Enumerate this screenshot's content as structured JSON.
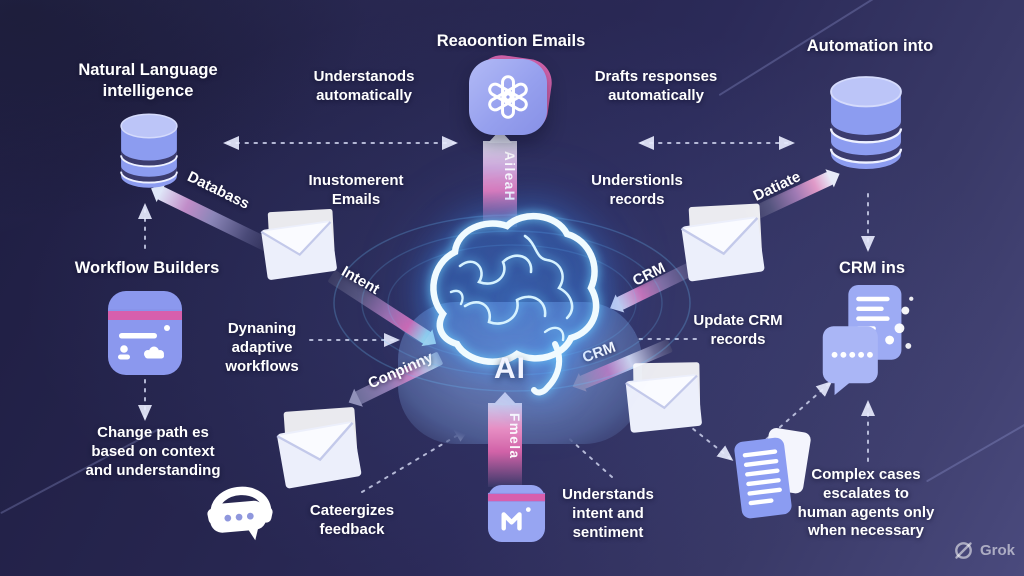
{
  "watermark": {
    "brand": "Grok"
  },
  "center": {
    "ai_label": "AI",
    "ribbon_up_text": "AileaH",
    "ribbon_down_text": "Fmela"
  },
  "nodes": {
    "natural_language": "Natural Language\nintelligence",
    "reaction_emails": "Reaoontion Emails",
    "automation_into": "Automation into",
    "workflow_builders": "Workflow Builders",
    "crm_ins": "CRM ins"
  },
  "captions": {
    "understands_automatically": "Understanods\nautomatically",
    "drafts_responses": "Drafts responses\nautomatically",
    "inustomerent_emails": "Inustomerent\nEmails",
    "understionls_records": "Understionls\nrecords",
    "dynaning_workflows": "Dynaning\nadaptive\nworkflows",
    "update_crm_records": "Update CRM\nrecords",
    "change_path": "Change path es\nbased on context\nand understanding",
    "cateergizes_feedback": "Cateergizes\nfeedback",
    "understands_intent": "Understands\nintent and\nsentiment",
    "complex_cases": "Complex cases\nescalates to\nhuman agents only\nwhen necessary"
  },
  "ribbon_labels": {
    "databass": "Databass",
    "intent": "Intent",
    "conpinny": "Conpinny",
    "crm_upper": "CRM",
    "crm_lower": "CRM",
    "datiate": "Datiate"
  },
  "colors": {
    "background_top": "#1e1d41",
    "background_bottom": "#4a4a7d",
    "periwinkle": "#8c9cf0",
    "pink": "#d75fad",
    "brain_glow": "#4fc9ff",
    "platform": "#5d6da3",
    "text": "#ffffff"
  }
}
